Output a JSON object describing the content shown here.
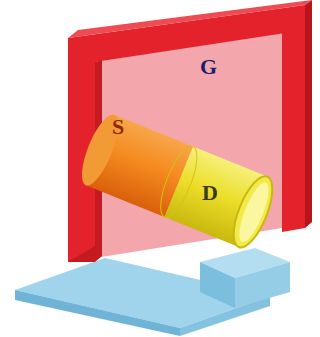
{
  "diagram": {
    "labels": [
      "G",
      "S",
      "D"
    ]
  }
}
